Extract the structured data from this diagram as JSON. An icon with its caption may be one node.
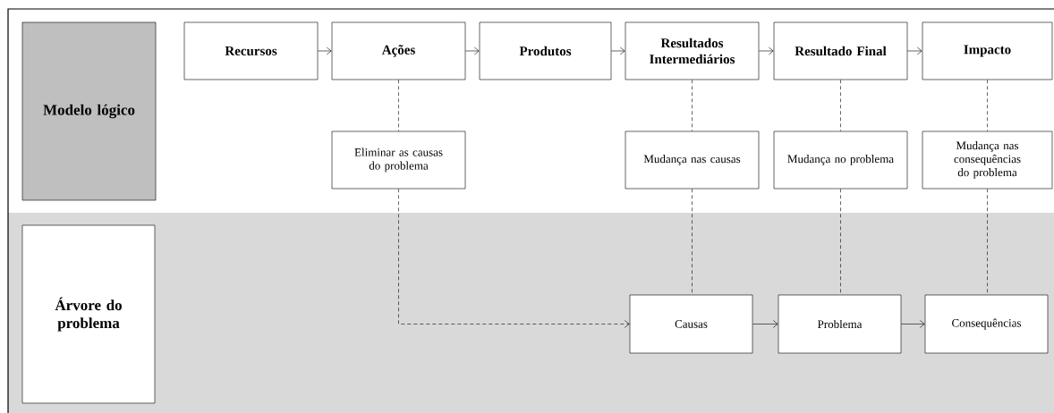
{
  "diagram": {
    "nodes": [
      {
        "text": [
          "Modelo lógico"
        ]
      },
      {
        "text": [
          "Recursos"
        ]
      },
      {
        "text": [
          "Ações"
        ]
      },
      {
        "text": [
          "Produtos"
        ]
      },
      {
        "text": [
          "Resultados Intermediários"
        ]
      },
      {
        "text": [
          "Resultado Final"
        ]
      },
      {
        "text": [
          "Impacto"
        ]
      },
      {
        "text": [
          "Eliminar as causas do problema"
        ]
      },
      {
        "text": [
          "Mudança nas causas"
        ]
      },
      {
        "text": [
          "Mudança no problema"
        ]
      },
      {
        "text": [
          "Mudança nas consequências do problema"
        ]
      },
      {
        "text": [
          "Árvore do problema"
        ]
      },
      {
        "text": [
          "Causas"
        ]
      },
      {
        "text": [
          "Problema"
        ]
      },
      {
        "text": [
          "Consequências"
        ]
      }
    ],
    "edges": [
      {
        "from": 1,
        "to": 2,
        "arrow": "to"
      },
      {
        "from": 2,
        "to": 3,
        "arrow": "to"
      },
      {
        "from": 3,
        "to": 4,
        "arrow": "to"
      },
      {
        "from": 4,
        "to": 5,
        "arrow": "to"
      },
      {
        "from": 5,
        "to": 6,
        "arrow": "to"
      },
      {
        "from": 2,
        "to": 7,
        "arrow": "none",
        "style": "dashed"
      },
      {
        "from": 4,
        "to": 8,
        "arrow": "none",
        "style": "dashed"
      },
      {
        "from": 5,
        "to": 9,
        "arrow": "none",
        "style": "dashed"
      },
      {
        "from": 6,
        "to": 10,
        "arrow": "none",
        "style": "dashed"
      },
      {
        "from": 7,
        "to": 12,
        "arrow": "to",
        "style": "dashed"
      },
      {
        "from": 8,
        "to": 12,
        "arrow": "none",
        "style": "dashed"
      },
      {
        "from": 9,
        "to": 13,
        "arrow": "none",
        "style": "dashed"
      },
      {
        "from": 10,
        "to": 14,
        "arrow": "none",
        "style": "dashed"
      },
      {
        "from": 12,
        "to": 13,
        "arrow": "to"
      },
      {
        "from": 13,
        "to": 14,
        "arrow": "to"
      }
    ]
  }
}
